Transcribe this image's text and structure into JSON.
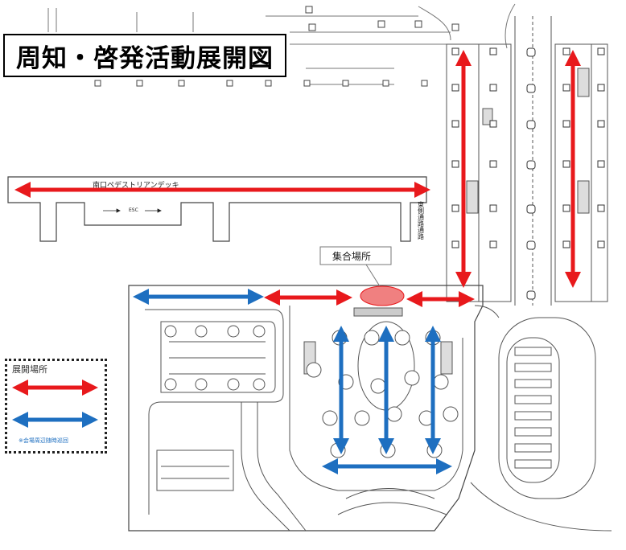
{
  "title": "周知・啓発活動展開図",
  "labels": {
    "deck": "南口ペデストリアンデッキ",
    "esc": "ESC",
    "east_passage": "東側通路通路",
    "assembly_point": "集合場所"
  },
  "legend": {
    "title": "展開場所",
    "note": "※会場周辺随時巡回",
    "items": [
      {
        "color": "#e8191c"
      },
      {
        "color": "#1e6fc0"
      }
    ]
  },
  "colors": {
    "red_arrow": "#e8191c",
    "blue_arrow": "#1e6fc0",
    "assembly_oval": "#f08080",
    "line": "#555555"
  }
}
